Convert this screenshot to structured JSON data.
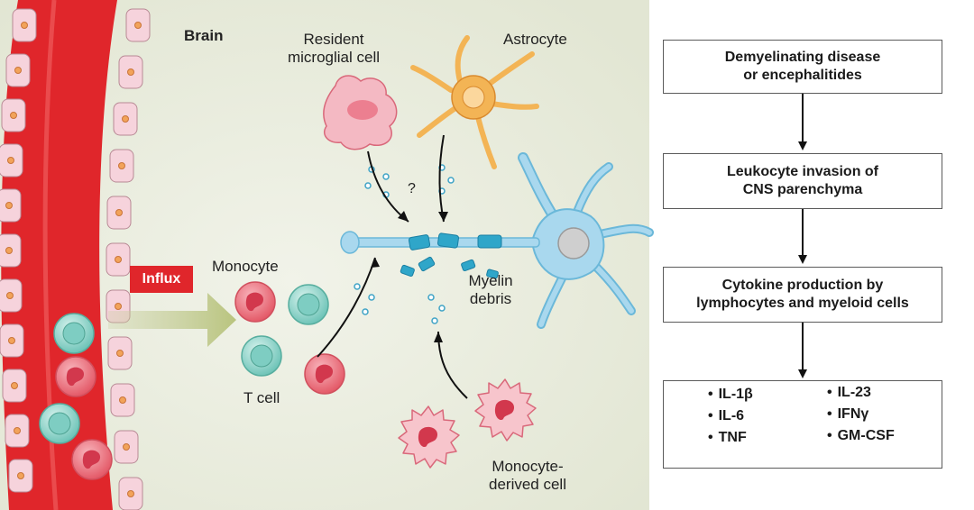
{
  "labels": {
    "brain": "Brain",
    "resident_microglial_line1": "Resident",
    "resident_microglial_line2": "microglial cell",
    "astrocyte": "Astrocyte",
    "question_mark": "?",
    "influx": "Influx",
    "monocyte": "Monocyte",
    "t_cell": "T cell",
    "myelin_line1": "Myelin",
    "myelin_line2": "debris",
    "monocyte_derived_line1": "Monocyte-",
    "monocyte_derived_line2": "derived cell"
  },
  "flow": {
    "step1_line1": "Demyelinating disease",
    "step1_line2": "or encephalitides",
    "step2_line1": "Leukocyte invasion of",
    "step2_line2": "CNS parenchyma",
    "step3_line1": "Cytokine production by",
    "step3_line2": "lymphocytes and myeloid cells",
    "cytokines_left": [
      "IL-1β",
      "IL-6",
      "TNF"
    ],
    "cytokines_right": [
      "IL-23",
      "IFNγ",
      "GM-CSF"
    ]
  },
  "colors": {
    "vessel": "#e0262b",
    "monocyte": "#ec6c78",
    "t_cell": "#7ecdc2",
    "microglia": "#f4b9c3",
    "astrocyte": "#f3b455",
    "neuron": "#a9d8ee",
    "myelin": "#2fa6c9",
    "background": "#eef0e4"
  }
}
